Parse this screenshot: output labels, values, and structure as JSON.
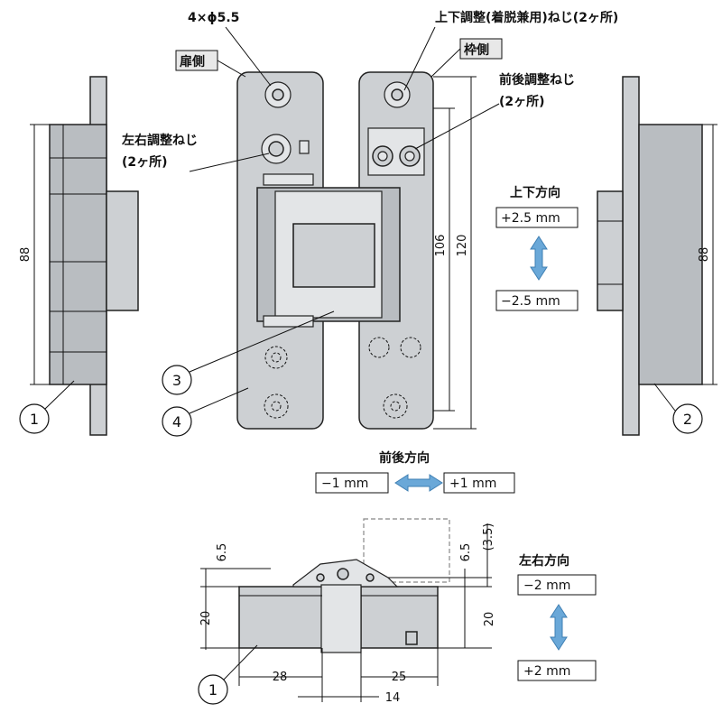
{
  "labels": {
    "screw_hole": "4×ϕ5.5",
    "door_side": "扉側",
    "frame_side": "枠側",
    "vertical_adj_screw": "上下調整(着脱兼用)ねじ(2ヶ所)",
    "depth_adj_screw_1": "前後調整ねじ",
    "depth_adj_screw_2": "(2ヶ所)",
    "lateral_adj_screw_1": "左右調整ねじ",
    "lateral_adj_screw_2": "(2ヶ所)",
    "vertical_dir": "上下方向",
    "vertical_plus": "+2.5 mm",
    "vertical_minus": "−2.5 mm",
    "depth_dir": "前後方向",
    "depth_minus": "−1 mm",
    "depth_plus": "+1 mm",
    "lateral_dir": "左右方向",
    "lateral_minus": "−2 mm",
    "lateral_plus": "+2 mm"
  },
  "dimensions": {
    "left_height": "88",
    "right_height": "88",
    "inner_height": "106",
    "outer_height": "120",
    "top_left_offset": "6.5",
    "top_right_offset": "6.5",
    "top_right_paren": "(3.5)",
    "left_thickness": "20",
    "right_thickness": "20",
    "left_width": "28",
    "right_width": "25",
    "gap": "14"
  },
  "callouts": {
    "c1": "1",
    "c2": "2",
    "c3": "3",
    "c4": "4",
    "c1b": "1"
  }
}
